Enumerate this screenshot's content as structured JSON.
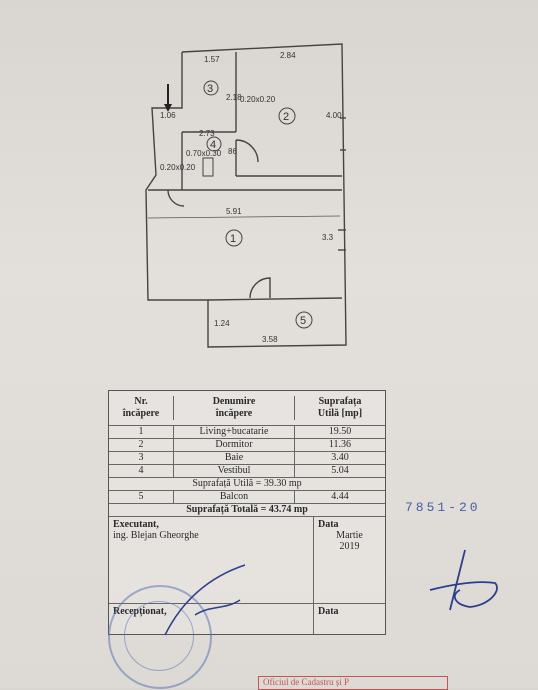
{
  "plan": {
    "dims": {
      "d1": "1.57",
      "d2": "2.84",
      "d3": "2.18",
      "d4": "1.06",
      "d5": "2.73",
      "d6": "0.20x0.20",
      "d7": "4.00",
      "d8": "0.70x0.30",
      "d9": "0.20x0.20",
      "d10": "86",
      "d11": "5.91",
      "d12": "3.3",
      "d13": "1.24",
      "d14": "3.58"
    },
    "rooms": [
      "1",
      "2",
      "3",
      "4",
      "5"
    ]
  },
  "table": {
    "headers": {
      "nr": [
        "Nr.",
        "încăpere"
      ],
      "name": [
        "Denumire",
        "încăpere"
      ],
      "area": [
        "Suprafața",
        "Utilă [mp]"
      ]
    },
    "rows": [
      {
        "nr": "1",
        "name": "Living+bucatarie",
        "area": "19.50"
      },
      {
        "nr": "2",
        "name": "Dormitor",
        "area": "11.36"
      },
      {
        "nr": "3",
        "name": "Baie",
        "area": "3.40"
      },
      {
        "nr": "4",
        "name": "Vestibul",
        "area": "5.04"
      }
    ],
    "useful_total": "Suprafață Utilă = 39.30 mp",
    "balcony": {
      "nr": "5",
      "name": "Balcon",
      "area": "4.44"
    },
    "grand_total": "Suprafață Totală = 43.74 mp",
    "executant_label": "Executant,",
    "executant_name": "ing. Blejan Gheorghe",
    "date_label": "Data",
    "date_value": [
      "Martie",
      "2019"
    ],
    "receptionat_label": "Recepționat,",
    "date_label2": "Data"
  },
  "side_number": "7851-20",
  "footer_stamp": "Oficiul de Cadastru și P"
}
